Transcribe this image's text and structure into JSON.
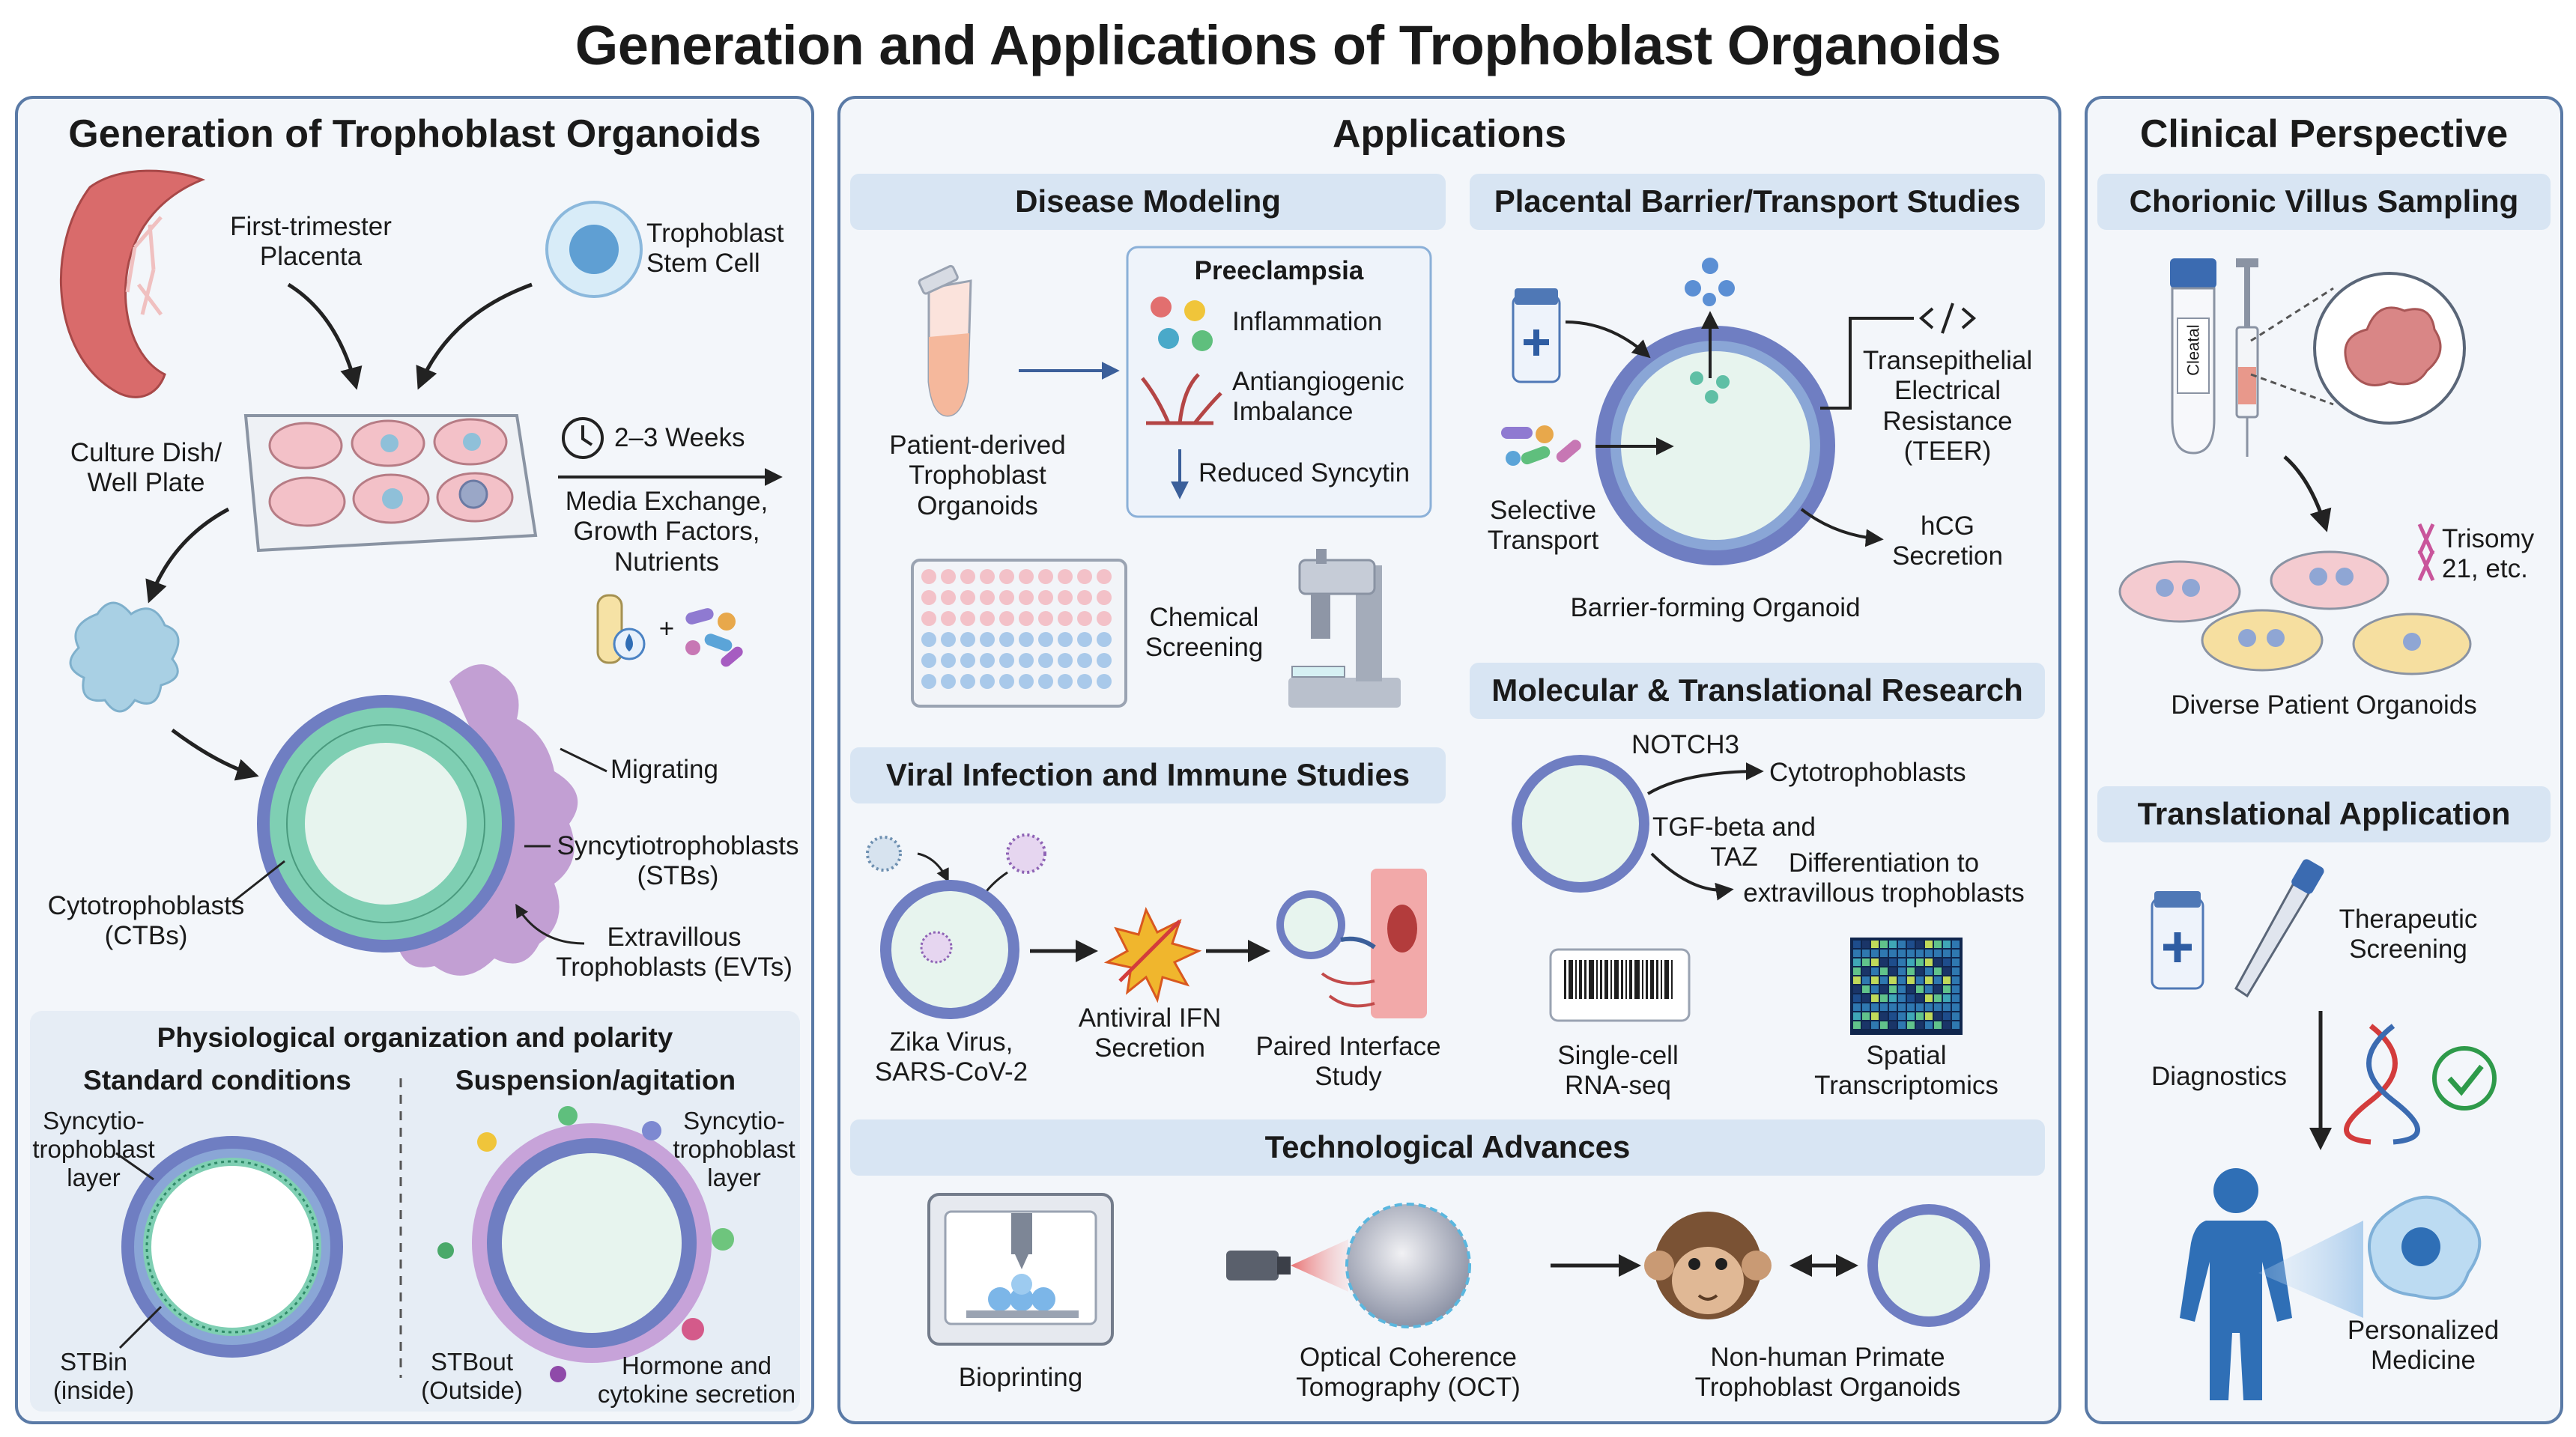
{
  "title": "Generation and Applications of Trophoblast Organoids",
  "colors": {
    "panel_bg": "#f3f6fa",
    "panel_border": "#5a7aa6",
    "header_bar": "#d8e5f3",
    "organoid_outer": "#8aa6d6",
    "organoid_inner": "#e7f4ee",
    "ctb_green": "#7fcfb3",
    "stb_purple": "#b58ac9",
    "arrow": "#222222"
  },
  "generation": {
    "title": "Generation of Trophoblast Organoids",
    "placenta_label": "First-trimester\nPlacenta",
    "stem_cell_label": "Trophoblast\nStem Cell",
    "culture_label": "Culture Dish/\nWell Plate",
    "duration": "2–3 Weeks",
    "media_label": "Media Exchange,\nGrowth Factors,\nNutrients",
    "plus": "+",
    "migrating": "Migrating",
    "stb_label": "Syncytiotrophoblasts\n(STBs)",
    "ctb_label": "Cytotrophoblasts\n(CTBs)",
    "evt_label": "Extravillous\nTrophoblasts (EVTs)",
    "polarity": {
      "title": "Physiological organization and polarity",
      "standard_title": "Standard conditions",
      "suspension_title": "Suspension/agitation",
      "syncytio_layer": "Syncytio-\ntrophoblast\nlayer",
      "syncytio_layer_right": "Syncytio-\ntrophoblast\nlayer",
      "stbin": "STBin\n(inside)",
      "stbout": "STBout\n(Outside)",
      "hormone": "Hormone and\ncytokine secretion"
    }
  },
  "applications": {
    "title": "Applications",
    "disease": {
      "title": "Disease Modeling",
      "patient_label": "Patient-derived\nTrophoblast\nOrganoids",
      "preeclampsia": "Preeclampsia",
      "inflammation": "Inflammation",
      "antiangiogenic": "Antiangiogenic\nImbalance",
      "reduced": "Reduced Syncytin",
      "chemical": "Chemical\nScreening"
    },
    "barrier": {
      "title": "Placental Barrier/Transport Studies",
      "teer": "Transepithelial\nElectrical\nResistance\n(TEER)",
      "selective": "Selective\nTransport",
      "hcg": "hCG\nSecretion",
      "organoid": "Barrier-forming Organoid"
    },
    "viral": {
      "title": "Viral Infection and Immune Studies",
      "zika": "Zika Virus,\nSARS-CoV-2",
      "ifn": "Antiviral IFN\nSecretion",
      "interface": "Paired Interface\nStudy"
    },
    "molecular": {
      "title": "Molecular & Translational Research",
      "notch": "NOTCH3",
      "cyto": "Cytotrophoblasts",
      "tgf": "TGF-beta and\nTAZ",
      "diff": "Differentiation to\nextravillous trophoblasts",
      "sc": "Single-cell\nRNA-seq",
      "spatial": "Spatial\nTranscriptomics"
    },
    "tech": {
      "title": "Technological Advances",
      "bioprinting": "Bioprinting",
      "oct": "Optical Coherence\nTomography (OCT)",
      "nhp": "Non-human Primate\nTrophoblast Organoids"
    }
  },
  "clinical": {
    "title": "Clinical Perspective",
    "cvs": "Chorionic Villus Sampling",
    "tube_label": "Cleatal",
    "trisomy": "Trisomy\n21, etc.",
    "diverse": "Diverse Patient Organoids",
    "translational": "Translational Application",
    "therapeutic": "Therapeutic\nScreening",
    "diagnostics": "Diagnostics",
    "personalized": "Personalized\nMedicine"
  }
}
